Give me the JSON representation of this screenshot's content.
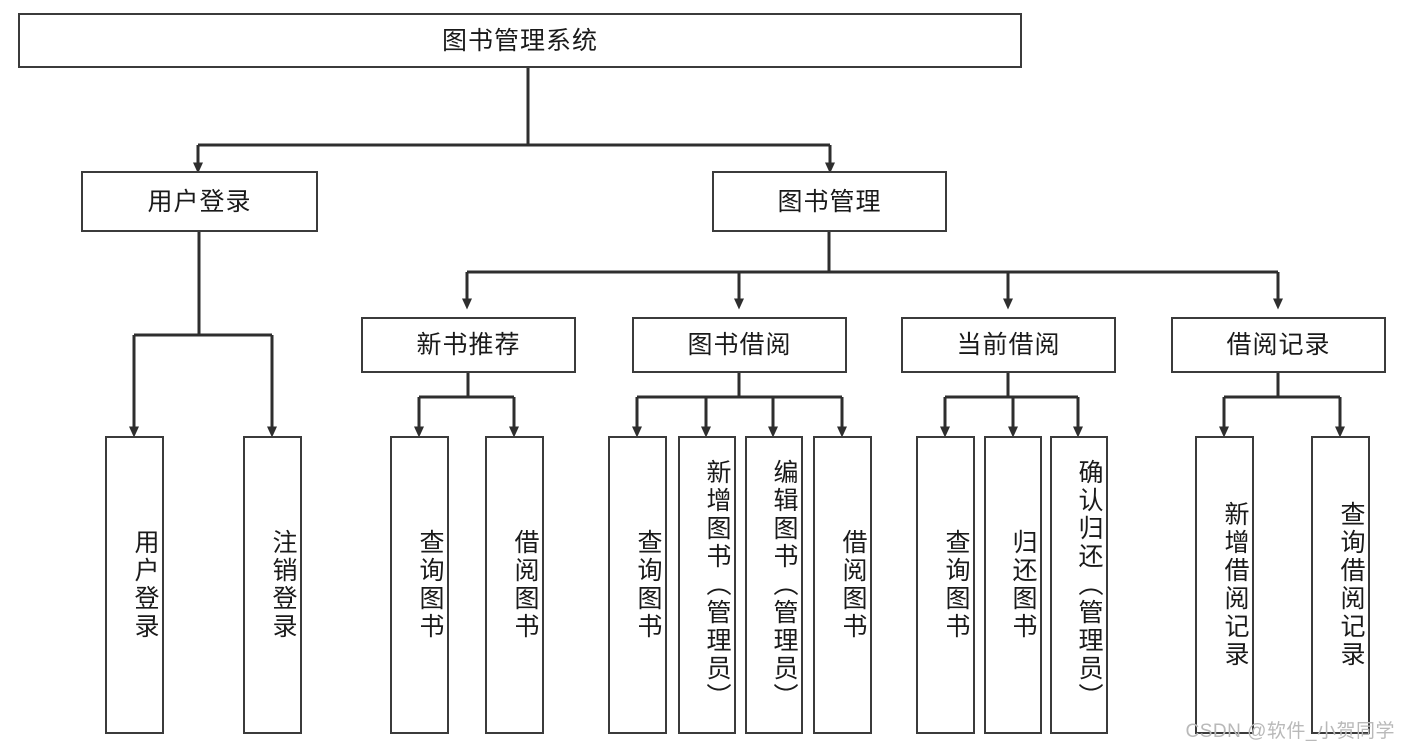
{
  "diagram": {
    "title": "图书管理系统",
    "type": "hierarchy-tree",
    "watermark": "CSDN @软件_小贺同学",
    "colors": {
      "box_border": "#3b3b3b",
      "box_fill": "#ffffff",
      "connector": "#2e2e2e",
      "text": "#1a1a1a",
      "watermark": "#b9b9b9"
    },
    "nodes": {
      "root": {
        "label": "图书管理系统",
        "orientation": "horizontal"
      },
      "level2": [
        {
          "id": "user-login",
          "label": "用户登录",
          "orientation": "horizontal"
        },
        {
          "id": "book-management",
          "label": "图书管理",
          "orientation": "horizontal"
        }
      ],
      "level3": [
        {
          "id": "new-book-recommend",
          "label": "新书推荐",
          "orientation": "horizontal"
        },
        {
          "id": "book-borrow",
          "label": "图书借阅",
          "orientation": "horizontal"
        },
        {
          "id": "current-borrow",
          "label": "当前借阅",
          "orientation": "horizontal"
        },
        {
          "id": "borrow-record",
          "label": "借阅记录",
          "orientation": "horizontal"
        }
      ],
      "leaves": [
        {
          "id": "leaf-user-login",
          "label": "用户登录",
          "parent": "user-login",
          "orientation": "vertical"
        },
        {
          "id": "leaf-user-logout",
          "label": "注销登录",
          "parent": "user-login",
          "orientation": "vertical"
        },
        {
          "id": "leaf-query-book-1",
          "label": "查询图书",
          "parent": "new-book-recommend",
          "orientation": "vertical"
        },
        {
          "id": "leaf-borrow-book-1",
          "label": "借阅图书",
          "parent": "new-book-recommend",
          "orientation": "vertical"
        },
        {
          "id": "leaf-query-book-2",
          "label": "查询图书",
          "parent": "book-borrow",
          "orientation": "vertical"
        },
        {
          "id": "leaf-add-book",
          "label": "新增图书（管理员）",
          "parent": "book-borrow",
          "orientation": "vertical"
        },
        {
          "id": "leaf-edit-book",
          "label": "编辑图书（管理员）",
          "parent": "book-borrow",
          "orientation": "vertical"
        },
        {
          "id": "leaf-borrow-book-2",
          "label": "借阅图书",
          "parent": "book-borrow",
          "orientation": "vertical"
        },
        {
          "id": "leaf-query-book-3",
          "label": "查询图书",
          "parent": "current-borrow",
          "orientation": "vertical"
        },
        {
          "id": "leaf-return-book",
          "label": "归还图书",
          "parent": "current-borrow",
          "orientation": "vertical"
        },
        {
          "id": "leaf-confirm-return",
          "label": "确认归还（管理员）",
          "parent": "current-borrow",
          "orientation": "vertical"
        },
        {
          "id": "leaf-add-record",
          "label": "新增借阅记录",
          "parent": "borrow-record",
          "orientation": "vertical"
        },
        {
          "id": "leaf-query-record",
          "label": "查询借阅记录",
          "parent": "borrow-record",
          "orientation": "vertical"
        }
      ]
    }
  }
}
